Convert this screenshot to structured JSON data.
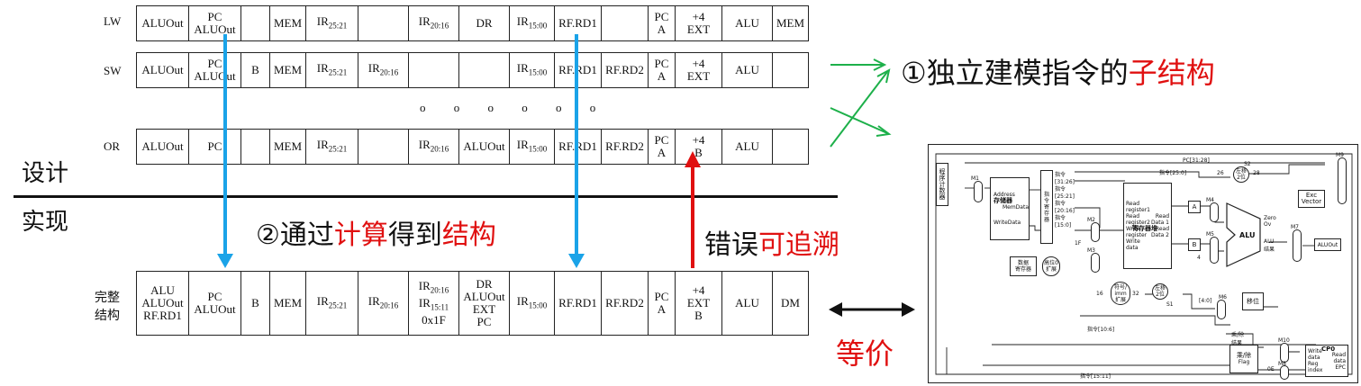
{
  "rows": {
    "lw": {
      "label": "LW",
      "cells": [
        "ALUOut",
        "PC\nALUOut",
        "",
        "MEM",
        "IR|25:21",
        "",
        "IR|20:16",
        "DR",
        "IR|15:00",
        "RF.RD1",
        "",
        "PC\nA",
        "+4\nEXT",
        "ALU",
        "MEM"
      ]
    },
    "sw": {
      "label": "SW",
      "cells": [
        "ALUOut",
        "PC\nALUOut",
        "B",
        "MEM",
        "IR|25:21",
        "IR|20:16",
        "",
        "",
        "IR|15:00",
        "RF.RD1",
        "RF.RD2",
        "PC\nA",
        "+4\nEXT",
        "ALU",
        ""
      ]
    },
    "or": {
      "label": "OR",
      "cells": [
        "ALUOut",
        "PC",
        "",
        "MEM",
        "IR|25:21",
        "",
        "IR|20:16",
        "ALUOut",
        "IR|15:00",
        "RF.RD1",
        "RF.RD2",
        "PC\nA",
        "+4\nB",
        "ALU",
        ""
      ]
    },
    "full": {
      "label_line1": "完整",
      "label_line2": "结构",
      "cells": [
        "ALU\nALUOut\nRF.RD1",
        "PC\nALUOut",
        "B",
        "MEM",
        "IR|25:21",
        "IR|20:16",
        "IR|20:16\nIR|15:11\n0x1F",
        "DR\nALUOut\nEXT\nPC",
        "IR|15:00",
        "RF.RD1",
        "RF.RD2",
        "PC\nA",
        "+4\nEXT\nB",
        "ALU",
        "DM"
      ]
    }
  },
  "dots": "o o o o o o",
  "labels": {
    "design": "设计",
    "implement": "实现",
    "annot1_black": "①独立建模指令的",
    "annot1_red": "子结构",
    "annot2_black1": "②通过",
    "annot2_red1": "计算",
    "annot2_black2": "得到",
    "annot2_red2": "结构",
    "annot3_black": "错误",
    "annot3_red": "可追溯",
    "equiv": "等价"
  },
  "schematic": {
    "pc": "程\n序\n计\n数\n器",
    "m1": "M1",
    "mem_address": "Address",
    "mem_title": "存储器",
    "mem_data": "MemData",
    "mem_write": "WriteData",
    "ir_title": "指\n令\n寄\n存\n器",
    "ir_fields": "指令\n[31:26]\n指令\n[25:21]\n指令\n[20:16]\n指令\n[15:0]",
    "data_reg": "数据\n寄存器",
    "hi_ext": "高位0\n扩展",
    "sign_ext": "符号/\nimm\n扩展",
    "reg_file_title": "寄存器堆",
    "reg_file_ports": "Read\nregister1\nRead\nregister2\nWrite\nregister\nWrite\ndata",
    "reg_file_out": "Read\nData 1\nRead\nData 2",
    "reg_a": "A",
    "reg_b": "B",
    "alu": "ALU",
    "alu_zero": "Zero\nOv",
    "alu_result": "ALU\n结果",
    "aluout": "ALUOut",
    "shift2": "左移\n2位",
    "shift2b": "左移\n2位",
    "exc": "Exc\nVector",
    "shifter": "移位",
    "muldiv_res": "乘/除\n结果",
    "muldiv": "乘/除",
    "flag": "Flag",
    "cp0": "CP0",
    "cp0_ports": "Write\ndata\nReg\nindex",
    "cp0_out": "Read\ndata\nEPC",
    "pc_bits": "PC[31:28]",
    "instr_25_0": "指令[25:0]",
    "instr_10_6": "指令[10:6]",
    "instr_15_11": "指令[15:11]",
    "m2": "M2",
    "m3": "M3",
    "m4": "M4",
    "m5": "M5",
    "m6": "M6",
    "m7": "M7",
    "m8": "M8",
    "m9": "M9",
    "m10": "M10",
    "s1": "S1",
    "s2": "S2",
    "n16": "16",
    "n32": "32",
    "n26": "26",
    "n28": "28",
    "n4": "4",
    "n1f": "1F",
    "n40": "[4:0]",
    "n0e": "0E"
  },
  "colors": {
    "blue_arrow": "#1aa3e8",
    "red_arrow": "#e01010",
    "green_arrow": "#1db04a",
    "red_text": "#e01010"
  }
}
